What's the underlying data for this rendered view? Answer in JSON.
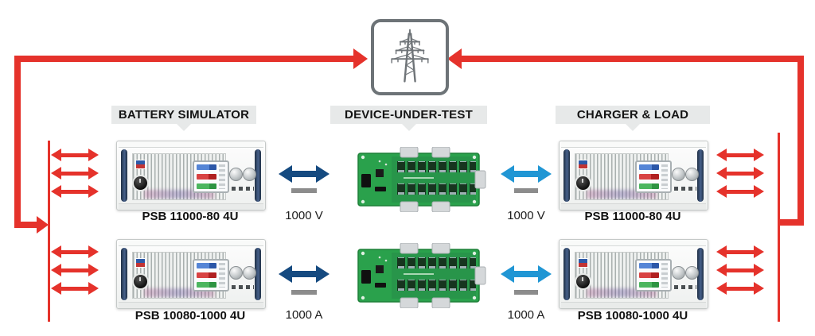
{
  "headers": {
    "battery_simulator": "BATTERY SIMULATOR",
    "device_under_test": "DEVICE-UNDER-TEST",
    "charger_load": "CHARGER & LOAD"
  },
  "devices": {
    "battery_top_model": "PSB 11000-80 4U",
    "battery_bottom_model": "PSB 10080-1000 4U",
    "charger_top_model": "PSB 11000-80 4U",
    "charger_bottom_model": "PSB 10080-1000 4U"
  },
  "links": {
    "battery_dut_top_label": "1000 V",
    "dut_charger_top_label": "1000 V",
    "battery_dut_bottom_label": "1000 A",
    "dut_charger_bottom_label": "1000 A"
  },
  "icons": {
    "grid": "transmission-tower-icon"
  },
  "colors": {
    "grid_ac_red": "#e5322b",
    "dc_navy": "#154a80",
    "dc_light_blue": "#2096d4",
    "bus_bar_gray": "#8c8c8c",
    "header_bg": "#e7e9e9",
    "grid_icon_gray": "#6d7377",
    "pcb_green": "#2aa14c"
  }
}
